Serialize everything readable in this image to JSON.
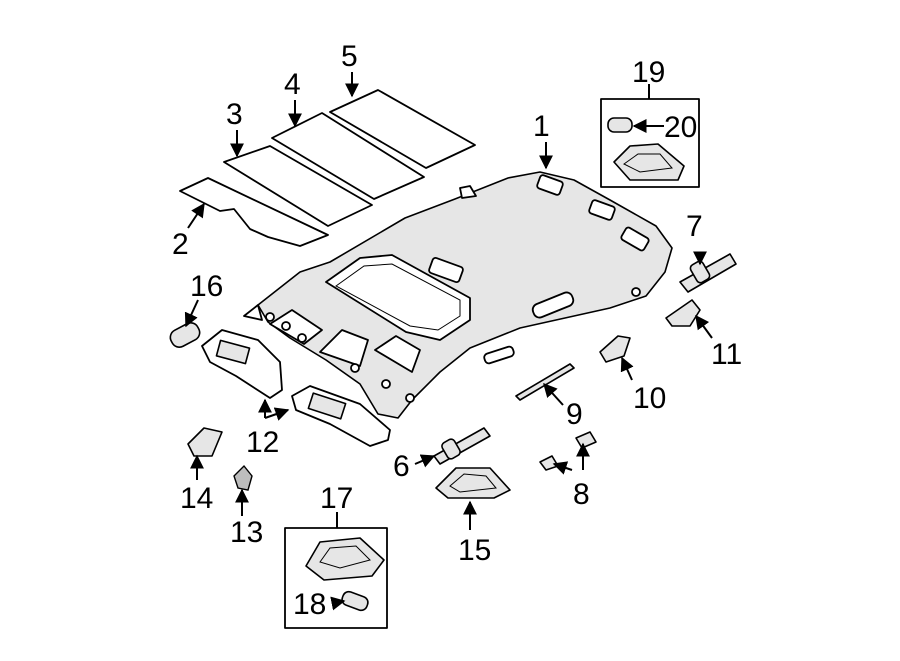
{
  "diagram": {
    "line_color": "#000000",
    "fill_color": "#ffffff",
    "shade_color": "#e6e6e6",
    "callouts": {
      "c1": "1",
      "c2": "2",
      "c3": "3",
      "c4": "4",
      "c5": "5",
      "c6": "6",
      "c7": "7",
      "c8": "8",
      "c9": "9",
      "c10": "10",
      "c11": "11",
      "c12": "12",
      "c13": "13",
      "c14": "14",
      "c15": "15",
      "c16": "16",
      "c17": "17",
      "c18": "18",
      "c19": "19",
      "c20": "20"
    }
  }
}
